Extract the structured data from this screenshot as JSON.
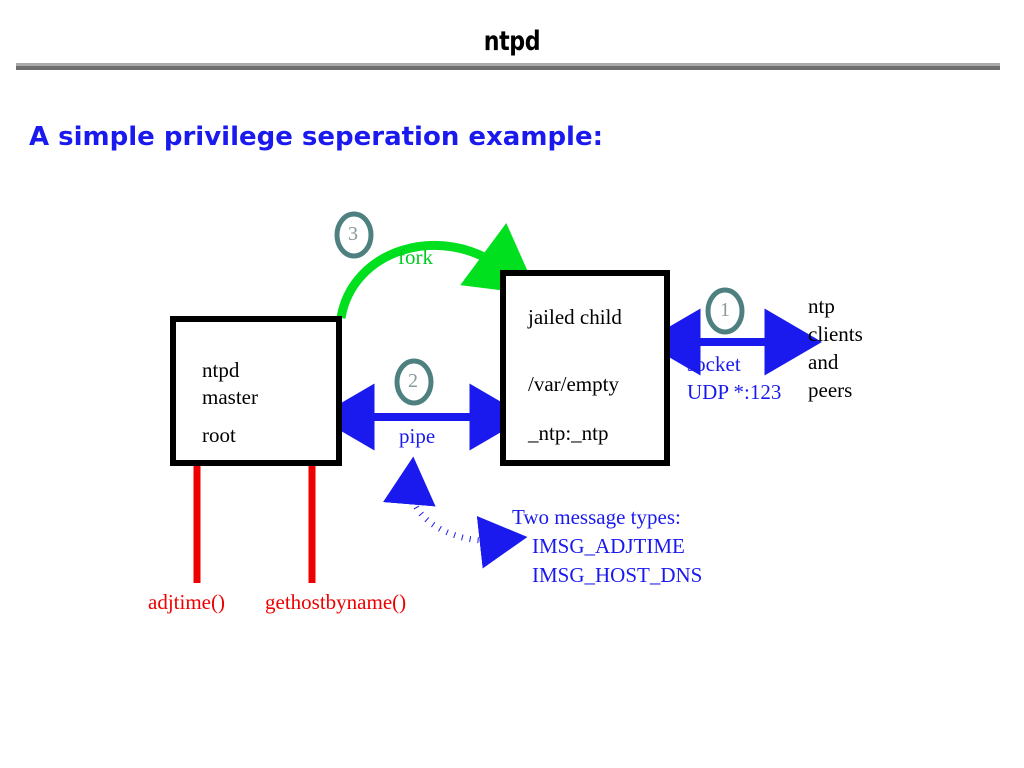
{
  "header": {
    "title": "ntpd",
    "rule_color_top": "#aaaaaa",
    "rule_color_bottom": "#6e6e6e"
  },
  "subtitle": "A simple privilege seperation example:",
  "colors": {
    "blue": "#1a1aee",
    "red": "#ee0000",
    "green": "#00cc22",
    "teal": "#4e8080",
    "black": "#000000"
  },
  "diagram": {
    "boxes": [
      {
        "id": "master",
        "lines": [
          "ntpd",
          "master",
          "root"
        ]
      },
      {
        "id": "child",
        "lines": [
          "jailed child",
          "/var/empty",
          "_ntp:_ntp"
        ]
      }
    ],
    "markers": [
      {
        "id": "marker-1",
        "number": "1"
      },
      {
        "id": "marker-2",
        "number": "2"
      },
      {
        "id": "marker-3",
        "number": "3"
      }
    ],
    "arrow_labels": {
      "fork": "fork",
      "pipe": "pipe",
      "socket_line1": "socket",
      "socket_line2": "UDP *:123"
    },
    "endpoint_lines": [
      "ntp",
      "clients",
      "and",
      "peers"
    ],
    "syscalls": [
      "adjtime()",
      "gethostbyname()"
    ],
    "message_note": {
      "heading": "Two message types:",
      "items": [
        "IMSG_ADJTIME",
        "IMSG_HOST_DNS"
      ]
    }
  }
}
